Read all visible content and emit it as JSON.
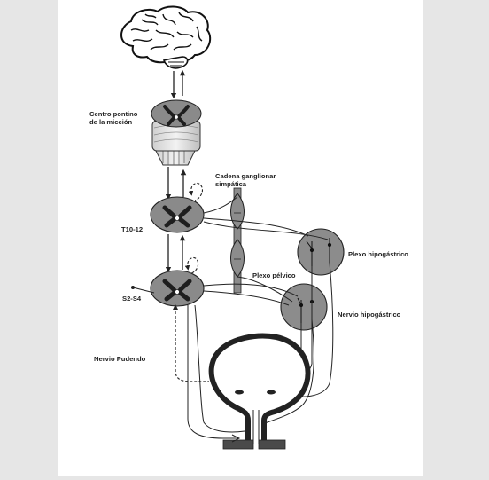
{
  "labels": {
    "pontine_center_line1": "Centro pontino",
    "pontine_center_line2": "de la micción",
    "sympathetic_chain_line1": "Cadena ganglionar",
    "sympathetic_chain_line2": "simpática",
    "t10_12": "T10-12",
    "hypogastric_plexus": "Plexo hipogástrico",
    "pelvic_plexus": "Plexo pélvico",
    "s2_s4": "S2-S4",
    "hypogastric_nerve": "Nervio hipogástrico",
    "pudendal_nerve": "Nervio Pudendo"
  },
  "colors": {
    "background": "#e6e6e6",
    "panel": "#ffffff",
    "stroke": "#222222",
    "ganglion_fill": "#8c8c8c",
    "cord_fill": "#8a8a8a",
    "gray_matter": "#1e1e1e",
    "muscle_bar": "#4a4a4a"
  }
}
